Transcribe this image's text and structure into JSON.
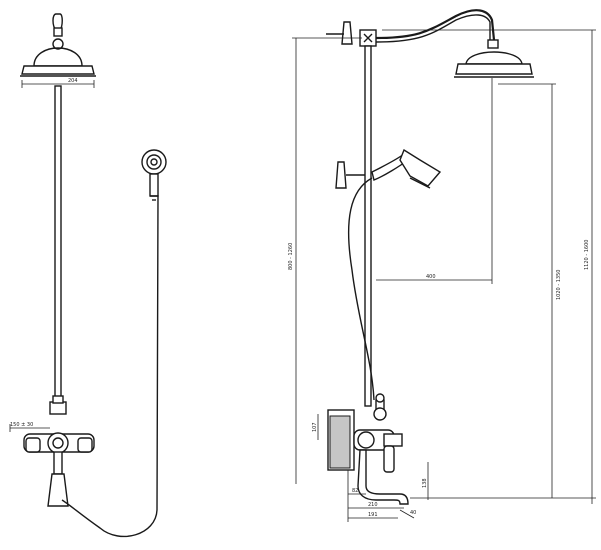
{
  "colors": {
    "line": "#1a1a1a",
    "background": "#ffffff"
  },
  "front_view": {
    "head_width_label": "204",
    "valve_spacing_label": "150 ± 30"
  },
  "side_view": {
    "arm_reach_label": "400",
    "riser_height_label": "800 - 1260",
    "spout_height_label": "1020 - 1350",
    "overall_height_label": "1120 - 1600",
    "valve_depth_label": "107",
    "valve_offset_label": "82",
    "spout_reach_label": "210",
    "total_depth_label": "191",
    "spout_tip_label": "40",
    "spout_drop_label": "138"
  }
}
